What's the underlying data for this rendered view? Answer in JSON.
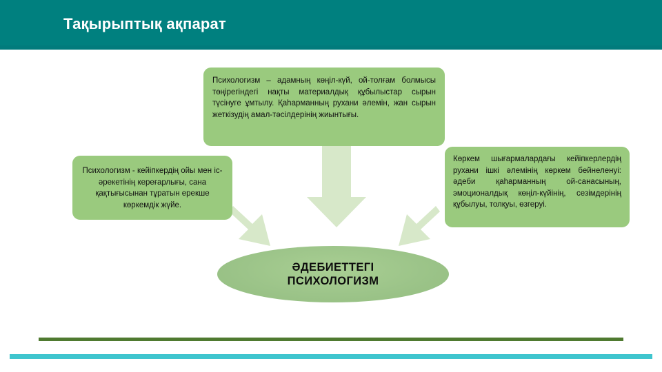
{
  "header": {
    "title": "Тақырыптық ақпарат",
    "background_color": "#00807F",
    "title_color": "#FFFFFF"
  },
  "diagram": {
    "box_fill_color": "#9ACA7E",
    "ellipse_fill_color": "#9CC489",
    "arrow_fill_color": "#D6E7C8",
    "center": {
      "label": "ӘДЕБИЕТТЕГІ\nПСИХОЛОГИЗМ"
    },
    "boxes": {
      "top": {
        "text": "Психологизм – адамның көңіл-күй, ой-толғам болмысы төңірегіндегі нақты материалдық құбылыстар сырын түсінуге ұмтылу. Қаһарманның рухани әлемін, жан сырын жеткізудің амал-тәсілдерінің жиынтығы."
      },
      "left": {
        "text": "Психологизм - кейіпкердің ойы мен іс-әрекетінің кереғарлығы, сана қақтығысынан тұратын ерекше көркемдік жүйе."
      },
      "right": {
        "text": "Көркем шығармалардағы кейіпкерлердің рухани ішкі әлемінің көркем бейнеленуі: әдеби қаһарманның ой-санасының, эмоционалдық көңіл-күйінің, сезімдерінің құбылуы, толқуы, өзгеруі."
      }
    },
    "arrows": [
      {
        "name": "arrow-down-icon",
        "direction": "down",
        "from": "top",
        "to": "center"
      },
      {
        "name": "arrow-down-right-icon",
        "direction": "down-right",
        "from": "left",
        "to": "center"
      },
      {
        "name": "arrow-down-left-icon",
        "direction": "down-left",
        "from": "right",
        "to": "center"
      }
    ]
  },
  "footer": {
    "rule_olive_color": "#4F7A30",
    "rule_cyan_color": "#3FC5CE"
  }
}
